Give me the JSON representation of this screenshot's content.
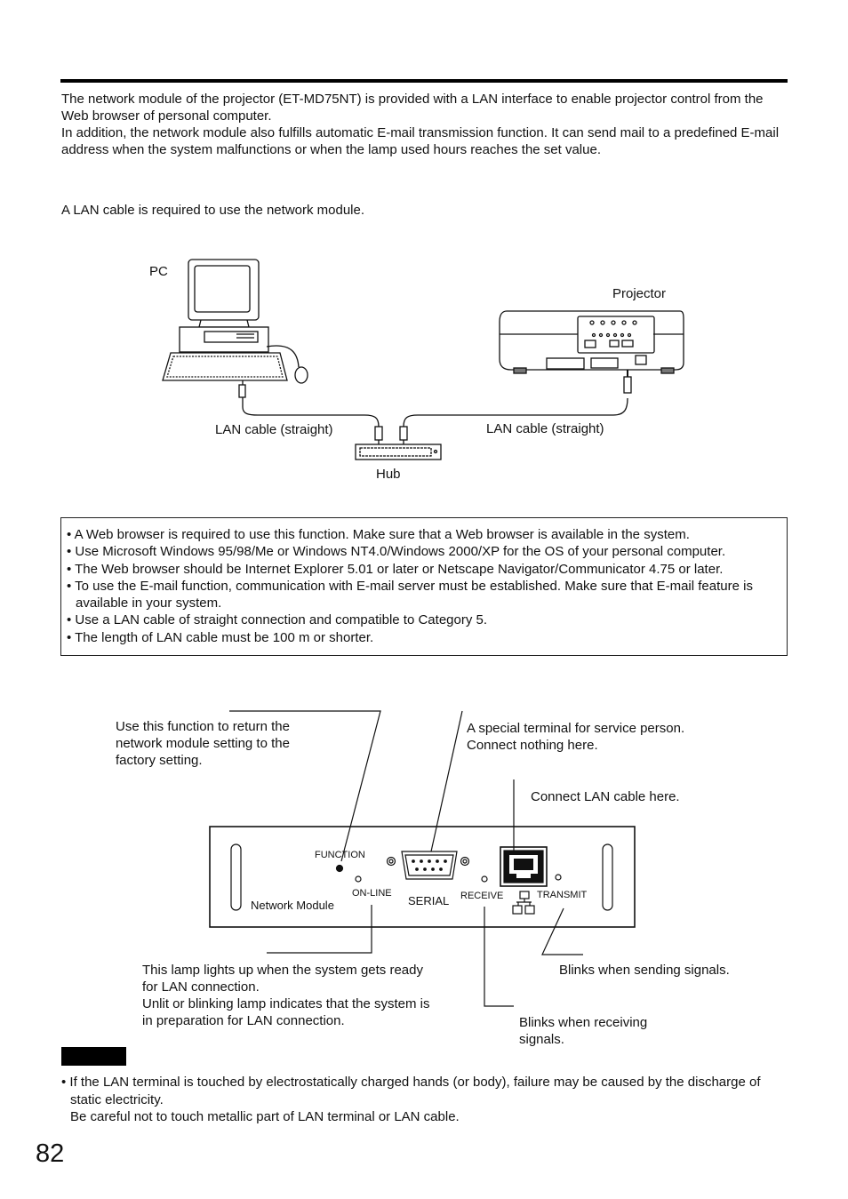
{
  "intro": {
    "paragraphs": [
      "The network module of the projector (ET-MD75NT) is provided with a LAN interface to enable projector control from the Web browser of personal computer.",
      "In addition, the network module also fulfills automatic E-mail transmission function.  It can send mail to a predefined E-mail address when the system malfunctions or when the lamp used hours reaches the set value."
    ]
  },
  "connection": {
    "note": "A LAN cable is required to use the network module.",
    "labels": {
      "pc": "PC",
      "projector": "Projector",
      "cable_left": "LAN cable (straight)",
      "cable_right": "LAN cable (straight)",
      "hub": "Hub"
    }
  },
  "requirements": [
    "• A Web browser is required to use this function.  Make sure that a Web browser is available in the system.",
    "• Use Microsoft Windows 95/98/Me or Windows NT4.0/Windows 2000/XP for the OS of your personal computer.",
    "• The Web browser should be Internet Explorer 5.01 or later or Netscape Navigator/Communicator 4.75 or later.",
    "• To use the E-mail function, communication with E-mail server must be established.  Make sure that E-mail feature is available in your system.",
    "• Use a LAN cable of straight connection and compatible to Category 5.",
    "• The length of LAN cable must be 100 m or shorter."
  ],
  "module": {
    "panel_labels": {
      "function": "FUNCTION",
      "online": "ON-LINE",
      "serial": "SERIAL",
      "receive": "RECEIVE",
      "transmit": "TRANSMIT",
      "name": "Network Module"
    },
    "callouts": {
      "function": [
        "Use this function to return the",
        "network module setting to the",
        "factory setting."
      ],
      "serial": [
        "A special terminal for service person.",
        "Connect nothing here."
      ],
      "lan": [
        "Connect LAN cable here."
      ],
      "online": [
        "This lamp lights up when the system gets ready",
        "for LAN connection.",
        "Unlit or blinking lamp indicates that the system is",
        "in preparation for LAN connection."
      ],
      "transmit": [
        "Blinks when sending signals."
      ],
      "receive": [
        "Blinks when receiving",
        "signals."
      ]
    }
  },
  "caution": {
    "lines": [
      "• If the LAN terminal is touched by electrostatically charged hands (or body), failure may be caused by the discharge of static electricity.",
      "Be careful not to touch metallic part of LAN terminal or LAN cable."
    ]
  },
  "page_number": "82"
}
